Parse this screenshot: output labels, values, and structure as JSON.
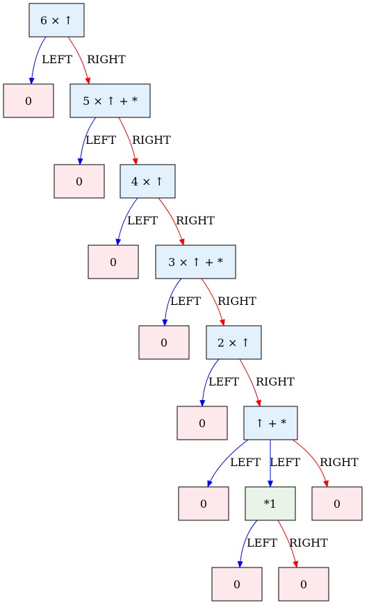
{
  "colors": {
    "op_fill": "#e3f1fc",
    "zero_fill": "#fde9ec",
    "star_fill": "#e9f4e8",
    "left_edge": "#0000ff",
    "right_edge": "#ff0000",
    "stroke": "#000000"
  },
  "nodes": {
    "n6": {
      "label": "6 × ↑",
      "kind": "op"
    },
    "z1": {
      "label": "0",
      "kind": "zero"
    },
    "n5": {
      "label": "5 × ↑ + *",
      "kind": "op"
    },
    "z2": {
      "label": "0",
      "kind": "zero"
    },
    "n4": {
      "label": "4 × ↑",
      "kind": "op"
    },
    "z3": {
      "label": "0",
      "kind": "zero"
    },
    "n3": {
      "label": "3 × ↑ + *",
      "kind": "op"
    },
    "z4": {
      "label": "0",
      "kind": "zero"
    },
    "n2": {
      "label": "2 × ↑",
      "kind": "op"
    },
    "z5": {
      "label": "0",
      "kind": "zero"
    },
    "n1": {
      "label": "↑ + *",
      "kind": "op"
    },
    "z6": {
      "label": "0",
      "kind": "zero"
    },
    "s1": {
      "label": "*1",
      "kind": "star"
    },
    "z7": {
      "label": "0",
      "kind": "zero"
    },
    "z8": {
      "label": "0",
      "kind": "zero"
    },
    "z9": {
      "label": "0",
      "kind": "zero"
    }
  },
  "edges": [
    {
      "from": "n6",
      "to": "z1",
      "label": "LEFT",
      "dir": "left"
    },
    {
      "from": "n6",
      "to": "n5",
      "label": "RIGHT",
      "dir": "right"
    },
    {
      "from": "n5",
      "to": "z2",
      "label": "LEFT",
      "dir": "left"
    },
    {
      "from": "n5",
      "to": "n4",
      "label": "RIGHT",
      "dir": "right"
    },
    {
      "from": "n4",
      "to": "z3",
      "label": "LEFT",
      "dir": "left"
    },
    {
      "from": "n4",
      "to": "n3",
      "label": "RIGHT",
      "dir": "right"
    },
    {
      "from": "n3",
      "to": "z4",
      "label": "LEFT",
      "dir": "left"
    },
    {
      "from": "n3",
      "to": "n2",
      "label": "RIGHT",
      "dir": "right"
    },
    {
      "from": "n2",
      "to": "z5",
      "label": "LEFT",
      "dir": "left"
    },
    {
      "from": "n2",
      "to": "n1",
      "label": "RIGHT",
      "dir": "right"
    },
    {
      "from": "n1",
      "to": "z6",
      "label": "LEFT",
      "dir": "left"
    },
    {
      "from": "n1",
      "to": "s1",
      "label": "LEFT",
      "dir": "left"
    },
    {
      "from": "n1",
      "to": "z7",
      "label": "RIGHT",
      "dir": "right"
    },
    {
      "from": "s1",
      "to": "z8",
      "label": "LEFT",
      "dir": "left"
    },
    {
      "from": "s1",
      "to": "z9",
      "label": "RIGHT",
      "dir": "right"
    }
  ]
}
